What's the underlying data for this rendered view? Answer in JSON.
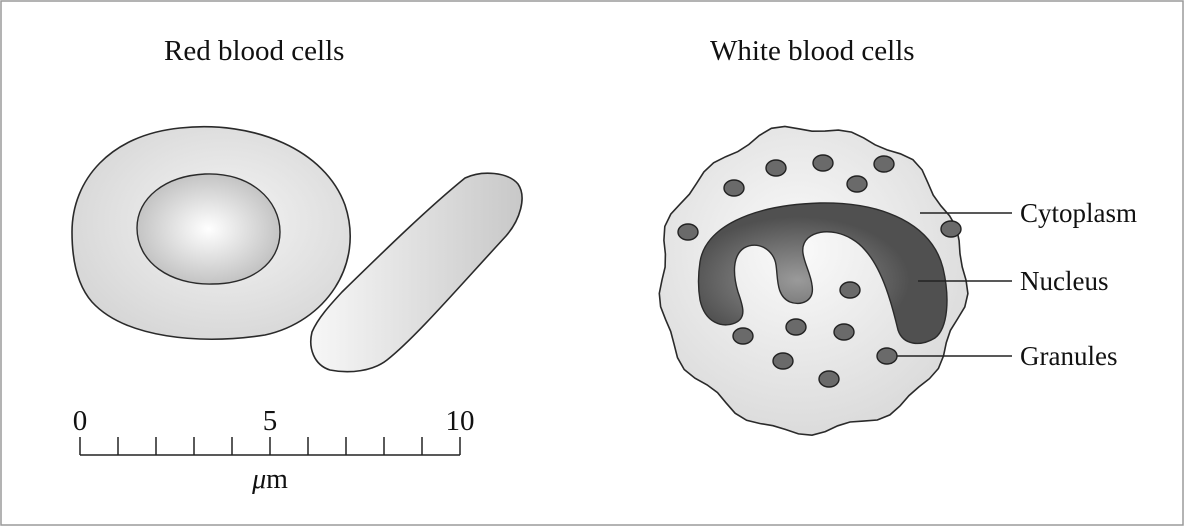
{
  "titles": {
    "red": "Red blood cells",
    "white": "White blood cells"
  },
  "labels": {
    "cytoplasm": "Cytoplasm",
    "nucleus": "Nucleus",
    "granules": "Granules"
  },
  "scale": {
    "min": 0,
    "max": 10,
    "minor_step": 1,
    "tick_labels": [
      "0",
      "5",
      "10"
    ],
    "unit_prefix": "μ",
    "unit_suffix": "m"
  },
  "colors": {
    "outline": "#2a2a2a",
    "cell_fill_light": "#f7f7f7",
    "cell_fill_mid": "#d4d4d4",
    "nucleus_dark": "#555555",
    "granule": "#6a6a6a"
  }
}
